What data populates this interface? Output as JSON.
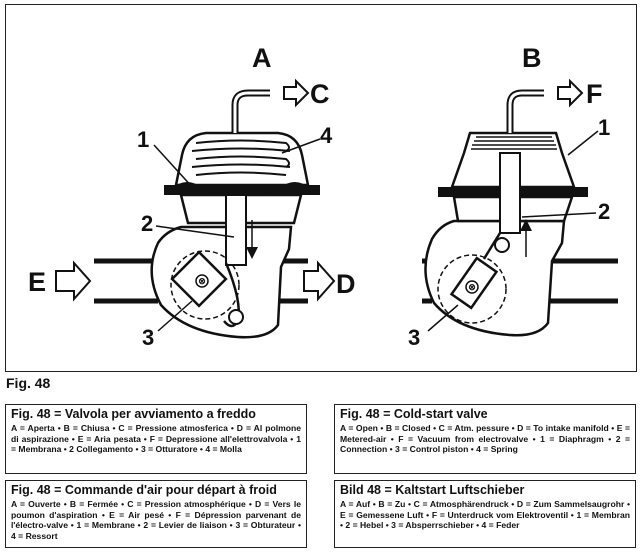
{
  "diagram": {
    "panel_a": {
      "label": "A",
      "output": "C"
    },
    "panel_b": {
      "label": "B",
      "output": "F"
    },
    "inlet": "E",
    "outlet": "D",
    "numbers": {
      "n1": "1",
      "n2": "2",
      "n3": "3",
      "n4": "4"
    },
    "pivot": "⊗"
  },
  "figure_number": "Fig. 48",
  "captions": {
    "it": {
      "title": "Fig. 48 = Valvola per avviamento a freddo",
      "body": "A = Aperta • B = Chiusa • C = Pressione atmosferica • D = Al polmone di aspirazione • E = Aria pesata • F = Depressione all'elettrovalvola • 1 = Membrana • 2 Collegamento • 3 = Otturatore • 4 = Molla"
    },
    "en": {
      "title": "Fig. 48 = Cold-start valve",
      "body": "A = Open • B = Closed • C = Atm. pessure • D = To intake manifold • E = Metered-air • F = Vacuum from electrovalve • 1 = Diaphragm • 2 = Connection • 3 = Control piston • 4 = Spring"
    },
    "fr": {
      "title": "Fig. 48 = Commande d'air pour départ à froid",
      "body": "A = Ouverte • B = Fermée • C = Pression atmosphérique • D = Vers le poumon d'aspiration • E = Air pesé • F = Dépression parvenant de l'électro-valve • 1 = Membrane • 2 = Levier de liaison • 3 = Obturateur • 4 = Ressort"
    },
    "de": {
      "title": "Bild 48 = Kaltstart Luftschieber",
      "body": "A = Auf • B = Zu • C = Atmosphärendruck • D = Zum Sammelsaugrohr • E = Gemessene Luft • F = Unterdruck vom Elektroventil • 1 = Membran • 2 = Hebel • 3 = Absperrschieber • 4 = Feder"
    }
  }
}
